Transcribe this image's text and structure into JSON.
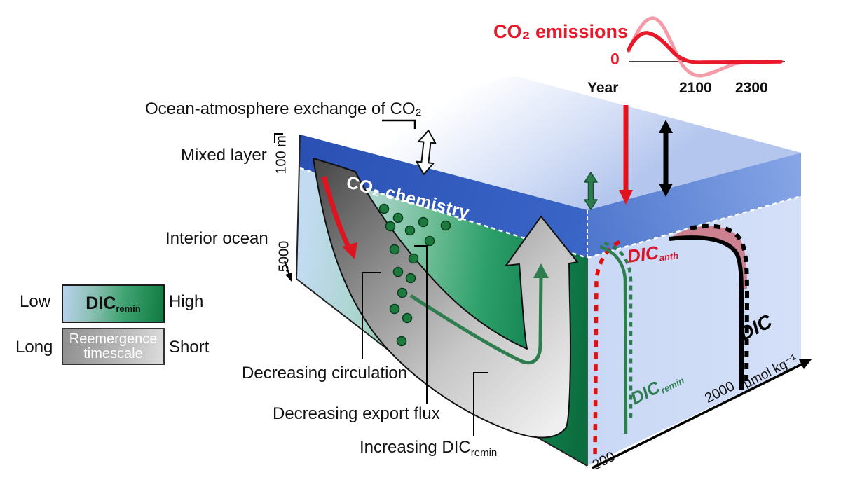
{
  "figure": {
    "description": "Schematic of ocean carbon uptake: 3D ocean box with mixed layer, interior circulation conveyor, export flux particles and DIC depth profiles under CO2 emission scenarios",
    "background": "#ffffff"
  },
  "emissions_inset": {
    "title": "CO₂ emissions",
    "zero_label": "0",
    "x_axis_label": "Year",
    "x_ticks": [
      "2100",
      "2300"
    ]
  },
  "chart_data": {
    "type": "line",
    "title": "CO₂ emissions",
    "xlabel": "Year",
    "x_ticks": [
      "2100",
      "2300"
    ],
    "y_zero_label": "0",
    "series": [
      {
        "name": "dark_red_curve",
        "color": "#e8192b",
        "shape": "rises from present to a moderate peak, declines to zero near 2100, remains ~0 until 2300"
      },
      {
        "name": "light_pink_curve",
        "color": "#f59aa7",
        "shape": "rises to a higher peak, declines crossing zero before 2100, net-negative overshoot, returns to zero well before 2300"
      }
    ]
  },
  "box_labels": {
    "ocean_atm": "Ocean-atmosphere exchange of CO₂",
    "mixed_layer": "Mixed layer",
    "interior_ocean": "Interior ocean",
    "depth_100m": "100 m",
    "depth_5000": "5000",
    "co2_chemistry": "CO₂ chemistry"
  },
  "process_labels": {
    "decreasing_circulation": "Decreasing circulation",
    "decreasing_export_flux": "Decreasing export flux",
    "increasing_dic": "Increasing DIC",
    "increasing_dic_sub": "remin"
  },
  "legend": {
    "dic_low": "Low",
    "dic_high": "High",
    "dic_label": "DIC",
    "dic_sub": "remin",
    "time_long": "Long",
    "time_short": "Short",
    "reemergence_line1": "Reemergence",
    "reemergence_line2": "timescale"
  },
  "profiles": {
    "dic_anth_label": "DIC",
    "dic_anth_sub": "anth",
    "dic_remin_label": "DIC",
    "dic_remin_sub": "remin",
    "dic_total_label": "DIC",
    "axis_tick_min": "200",
    "axis_tick_max": "2000",
    "axis_unit": "µmol kg⁻¹"
  },
  "colors": {
    "emissions_red": "#e8192b",
    "emissions_pink": "#f59aa7",
    "dic_anth_red": "#d6152a",
    "dic_remin_green": "#2e7d4f",
    "dic_black": "#000000",
    "mixed_layer_blue": "#2c54b6",
    "interior_green": "#0f7a40",
    "conveyor_dark": "#4a4a4a",
    "conveyor_light": "#ececec",
    "anthropogenic_fill_pink": "#cc8090"
  }
}
